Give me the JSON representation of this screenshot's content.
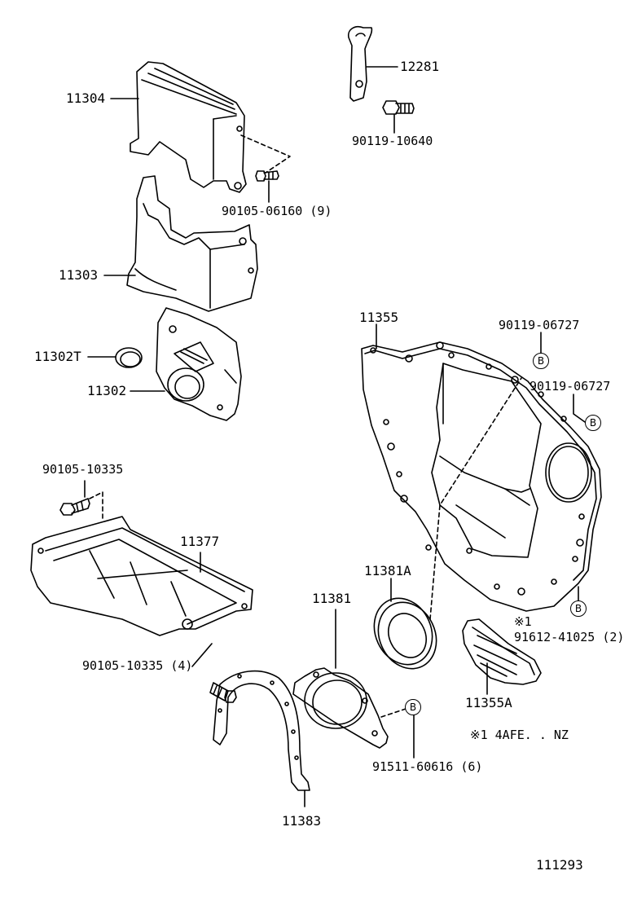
{
  "parts": {
    "p12281": "12281",
    "p90119_10640": "90119-10640",
    "p11304": "11304",
    "p90105_06160": "90105-06160 (9)",
    "p11303": "11303",
    "p11302T": "11302T",
    "p11302": "11302",
    "p11355": "11355",
    "p90119_06727_a": "90119-06727",
    "p90119_06727_b": "90119-06727",
    "p90105_10335": "90105-10335",
    "p11377": "11377",
    "p11381A": "11381A",
    "p11381": "11381",
    "p91612_41025": "91612-41025 (2)",
    "note_mark": "※1",
    "p90105_10335_4": "90105-10335 (4)",
    "p11355A": "11355A",
    "footnote": "※1  4AFE. . NZ",
    "p91511_60616": "91511-60616 (6)",
    "p11383": "11383",
    "diagram_id": "111293"
  },
  "refs": {
    "b1": "B",
    "b2": "B",
    "b3": "B",
    "b4": "B"
  }
}
